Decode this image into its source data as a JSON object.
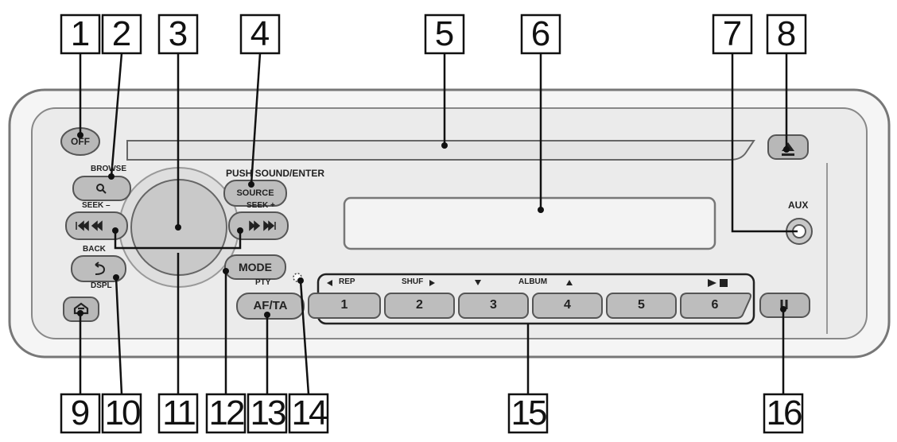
{
  "callouts": [
    "1",
    "2",
    "3",
    "4",
    "5",
    "6",
    "7",
    "8",
    "9",
    "10",
    "11",
    "12",
    "13",
    "14",
    "15",
    "16"
  ],
  "buttons": {
    "off": "OFF",
    "source": "SOURCE",
    "mode": "MODE",
    "af_ta": "AF/TA",
    "preset_1": "1",
    "preset_2": "2",
    "preset_3": "3",
    "preset_4": "4",
    "preset_5": "5",
    "preset_6": "6"
  },
  "labels": {
    "browse": "BROWSE",
    "push_sound_enter": "PUSH SOUND/ENTER",
    "seek_minus": "SEEK –",
    "seek_plus": "SEEK +",
    "back": "BACK",
    "dspl": "DSPL",
    "aux": "AUX",
    "pty": "PTY",
    "rep": "REP",
    "shuf": "SHUF",
    "album": "ALBUM"
  },
  "icons": [
    "eject-icon",
    "search-icon",
    "prev-track-icon",
    "next-track-icon",
    "back-icon",
    "release-icon",
    "pause-icon",
    "ir-receiver-icon",
    "left-arrow-icon",
    "right-arrow-icon",
    "down-arrow-icon",
    "up-arrow-icon",
    "play-stop-icon"
  ]
}
